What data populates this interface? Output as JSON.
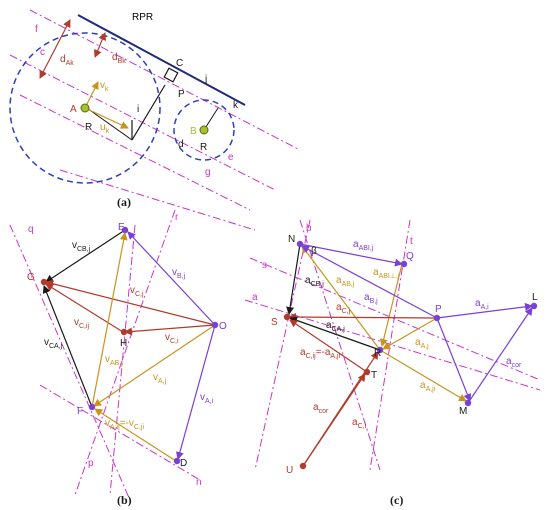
{
  "colors": {
    "black": "#1a1a1a",
    "purple": "#7a3fd6",
    "red": "#b23a2a",
    "orange": "#c8941e",
    "magenta": "#cc33cc",
    "blue": "#2e3fb8",
    "brown": "#7a4a2a",
    "green": "#a8c030"
  },
  "panel_a": {
    "title": "RPR",
    "caption": "(a)",
    "labels": {
      "f": "f",
      "c": "c",
      "dAk": "d",
      "dAk_sub": "Ak",
      "dBk": "d",
      "dBk_sub": "Bk",
      "C": "C",
      "j": "j",
      "P": "P",
      "k": "k",
      "A": "A",
      "R1": "R",
      "vk": "v",
      "vk_sub": "k",
      "uk": "u",
      "uk_sub": "k",
      "i": "i",
      "B": "B",
      "R2": "R",
      "d": "d",
      "e": "e",
      "g": "g"
    }
  },
  "panel_b": {
    "caption": "(b)",
    "labels": {
      "q": "q",
      "r": "r",
      "E": "E",
      "G": "G",
      "O": "O",
      "H": "H",
      "F": "F",
      "D": "D",
      "p": "p",
      "n": "n",
      "vCBj": "v",
      "vCBj_sub": "CB,j",
      "vBj": "v",
      "vBj_sub": "B,j",
      "vCj": "v",
      "vCj_sub": "C,j",
      "vCij": "v",
      "vCij_sub": "C,ij",
      "vCi": "v",
      "vCi_sub": "C,i",
      "vCAj": "v",
      "vCAj_sub": "CA,j",
      "vABj": "v",
      "vABj_sub": "AB,j",
      "vAj": "v",
      "vAj_sub": "A,j",
      "vAi": "v",
      "vAi_sub": "A,i",
      "vAij": "v",
      "vAij_sub": "A,ij",
      "vAij_eq": "=-v",
      "vAij_eq_sub": "C,ji"
    }
  },
  "panel_c": {
    "caption": "(c)",
    "labels": {
      "N": "N",
      "b": "b",
      "t": "t",
      "s": "s",
      "a_line": "a",
      "Q": "Q",
      "S": "S",
      "P": "P",
      "L": "L",
      "R": "R",
      "T": "T",
      "M": "M",
      "U": "U",
      "beta": "β",
      "aABIj": "a",
      "aABIj_sub": "ABI,j",
      "aCBj": "a",
      "aCBj_sub": "CB,j",
      "aABLj": "a",
      "aABLj_sub": "ABI⊥,j",
      "aABj": "a",
      "aABj_sub": "AB,j",
      "aBj": "a",
      "aBj_sub": "B,j",
      "aCj": "a",
      "aCj_sub": "C,j",
      "aCAj": "a",
      "aCAj_sub": "CA,j",
      "aAi": "a",
      "aAi_sub": "A,i",
      "aAj": "a",
      "aAj_sub": "A,j",
      "aCij": "a",
      "aCij_sub": "C,ij",
      "aCij_eq": "=-a",
      "aCij_eq_sub": "A,ji",
      "acor1": "a",
      "acor1_sub": "cor",
      "acor2": "a",
      "acor2_sub": "cor",
      "aAji": "a",
      "aAji_sub": "A,ji",
      "aCi": "a",
      "aCi_sub": "C,i"
    }
  }
}
